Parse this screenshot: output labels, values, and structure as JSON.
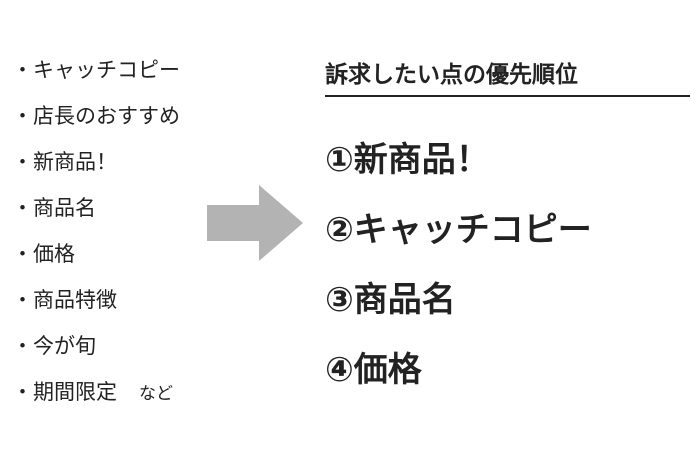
{
  "left_items": [
    "・キャッチコピー",
    "・店長のおすすめ",
    "・新商品！",
    "・商品名",
    "・価格",
    "・商品特徴",
    "・今が旬",
    "・期間限定"
  ],
  "left_suffix": "など",
  "title": "訴求したい点の優先順位",
  "priorities": [
    "①新商品！",
    "②キャッチコピー",
    "③商品名",
    "④価格"
  ],
  "arrow_color": "#b3b3b3"
}
